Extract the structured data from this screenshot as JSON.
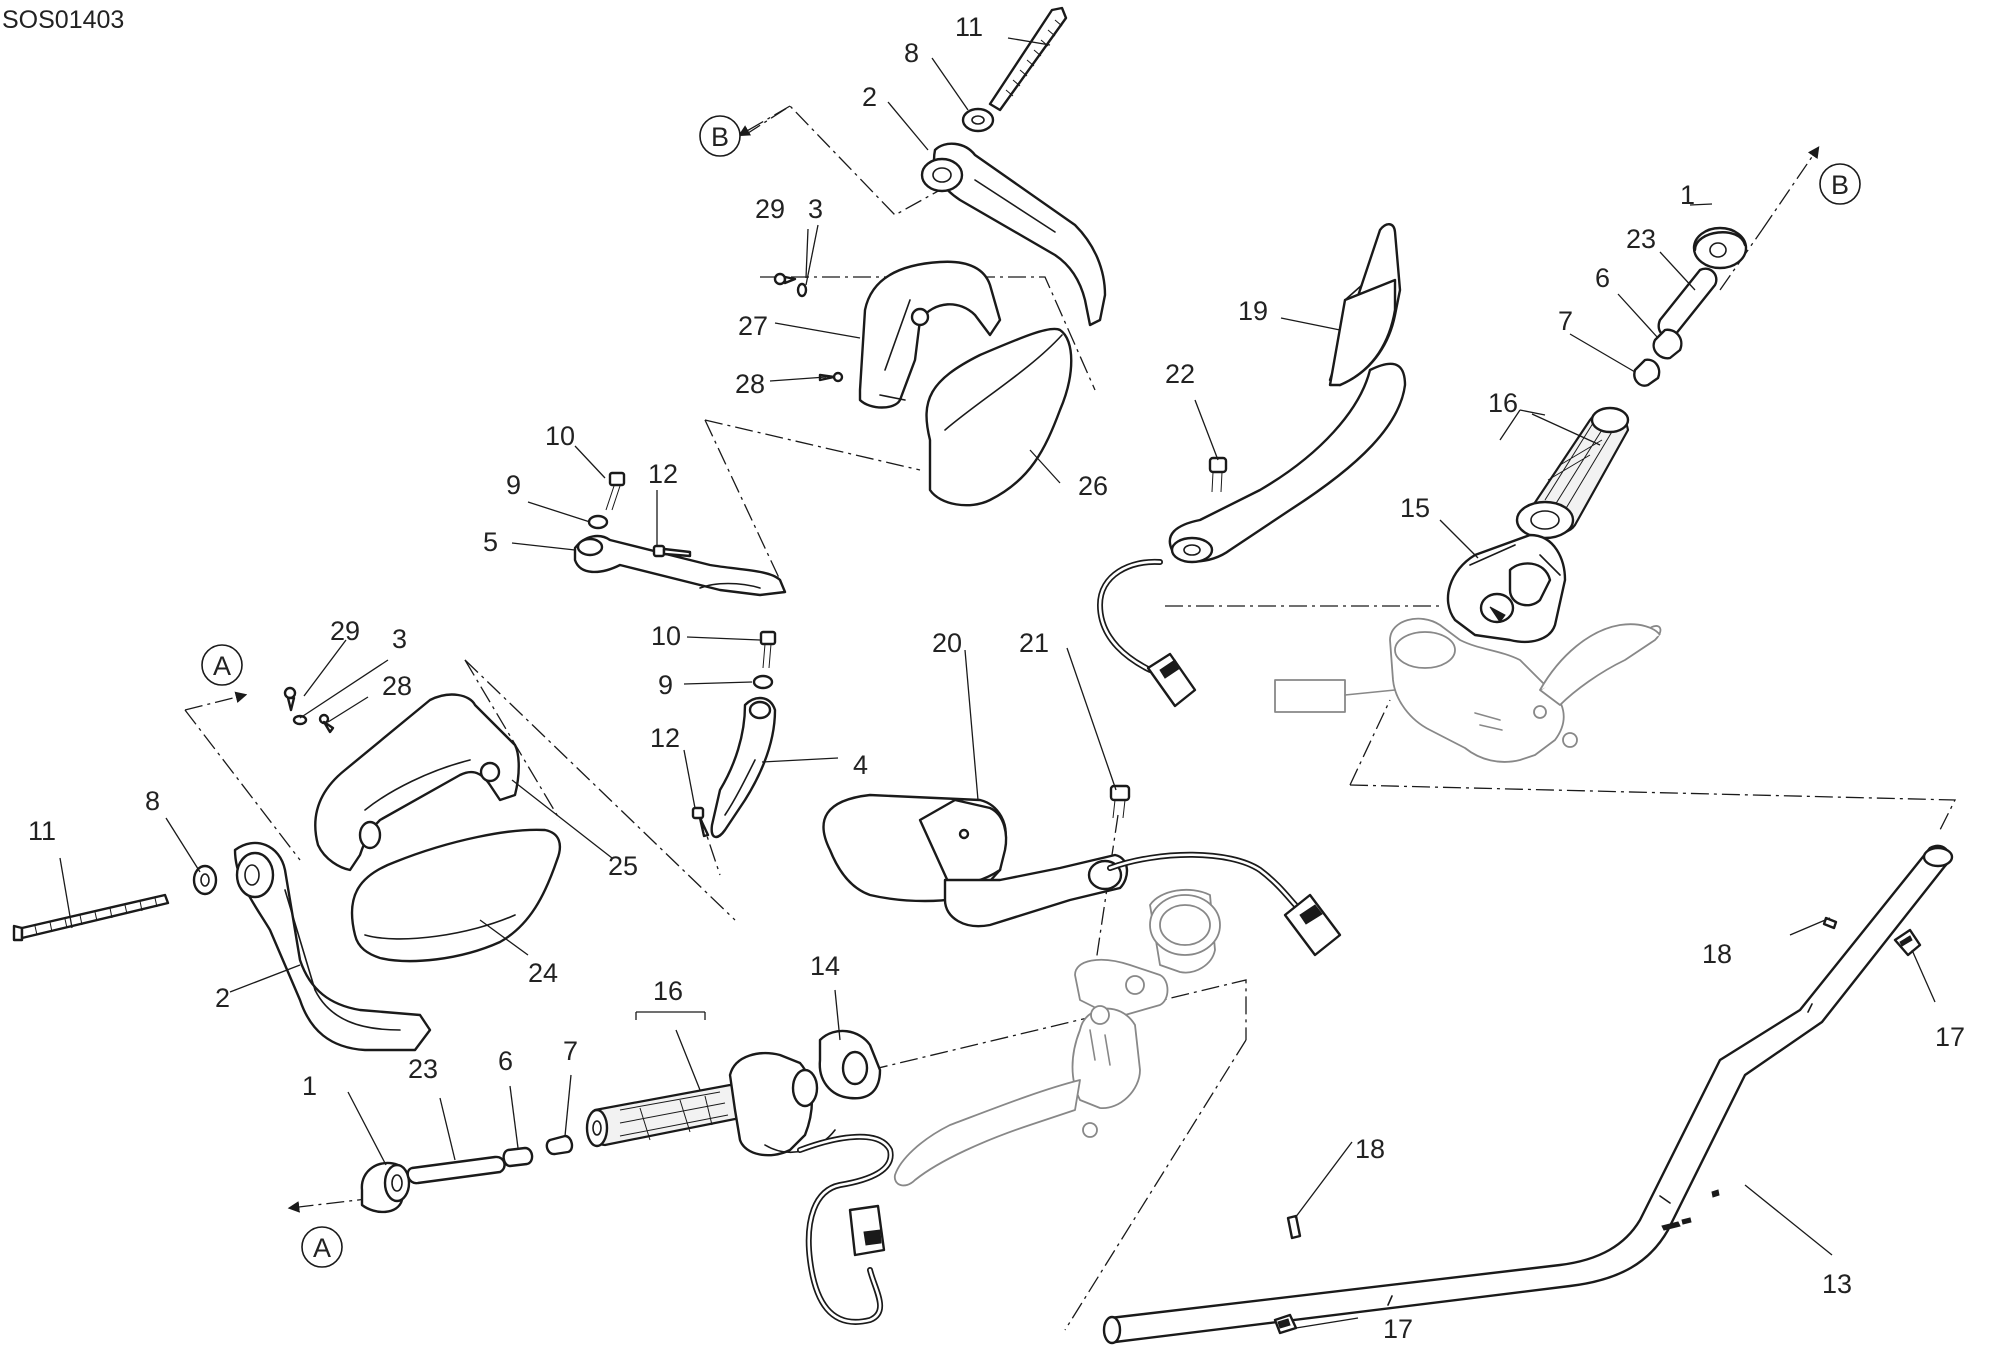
{
  "drawing_code": "SOS01403",
  "callouts": {
    "c1_a": "1",
    "c1_b": "1",
    "c2_a": "2",
    "c2_b": "2",
    "c3_a": "3",
    "c3_b": "3",
    "c4": "4",
    "c5": "5",
    "c6_a": "6",
    "c6_b": "6",
    "c7_a": "7",
    "c7_b": "7",
    "c8_a": "8",
    "c8_b": "8",
    "c9_a": "9",
    "c9_b": "9",
    "c10_a": "10",
    "c10_b": "10",
    "c11_a": "11",
    "c11_b": "11",
    "c12_a": "12",
    "c12_b": "12",
    "c13": "13",
    "c14": "14",
    "c15": "15",
    "c16_a": "16",
    "c16_b": "16",
    "c17_a": "17",
    "c17_b": "17",
    "c18_a": "18",
    "c18_b": "18",
    "c19": "19",
    "c20": "20",
    "c21": "21",
    "c22": "22",
    "c23_a": "23",
    "c23_b": "23",
    "c24": "24",
    "c25": "25",
    "c26": "26",
    "c27": "27",
    "c28_a": "28",
    "c28_b": "28",
    "c29_a": "29",
    "c29_b": "29"
  },
  "references": {
    "a_top": "A",
    "a_bottom": "A",
    "b_top": "B",
    "b_right": "B"
  }
}
